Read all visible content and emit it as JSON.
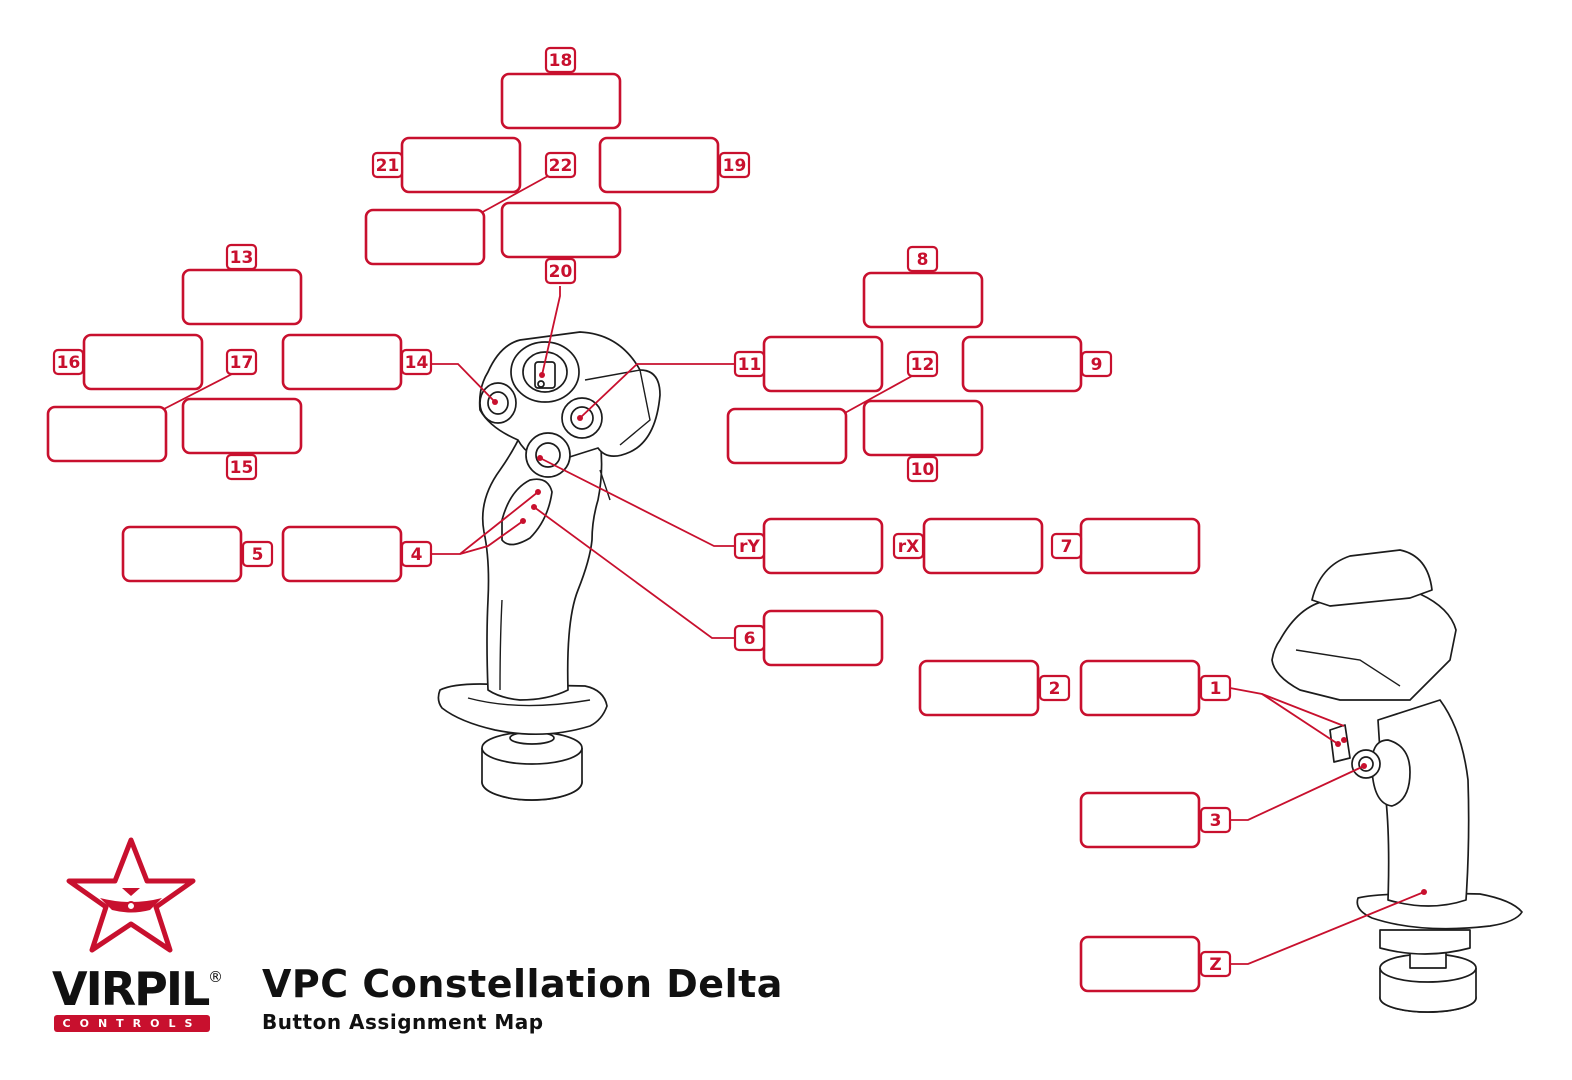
{
  "brand": {
    "name": "VIRPIL",
    "registered": "®",
    "sub": "CONTROLS",
    "red": "#c8102e"
  },
  "title": "VPC Constellation Delta",
  "subtitle": "Button Assignment Map",
  "button_labels": [
    "18",
    "21",
    "22",
    "19",
    "20",
    "13",
    "16",
    "17",
    "14",
    "15",
    "8",
    "11",
    "12",
    "9",
    "10",
    "5",
    "4",
    "rY",
    "rX",
    "7",
    "6",
    "2",
    "1",
    "3",
    "Z"
  ]
}
